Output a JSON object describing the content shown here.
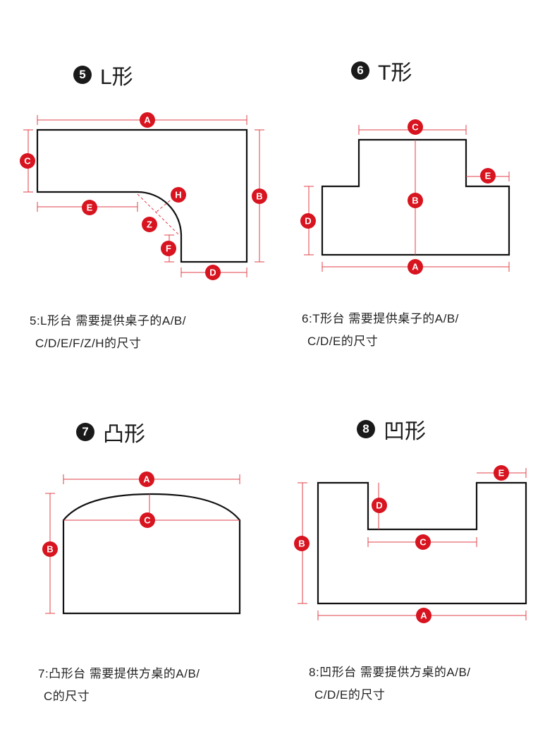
{
  "panels": [
    {
      "id": "l-shape",
      "number": "5",
      "title": "L形",
      "caption_line1": "5:L形台 需要提供桌子的A/B/",
      "caption_line2": "C/D/E/F/Z/H的尺寸",
      "labels": [
        "A",
        "B",
        "C",
        "D",
        "E",
        "F",
        "Z",
        "H"
      ]
    },
    {
      "id": "t-shape",
      "number": "6",
      "title": "T形",
      "caption_line1": "6:T形台 需要提供桌子的A/B/",
      "caption_line2": "C/D/E的尺寸",
      "labels": [
        "A",
        "B",
        "C",
        "D",
        "E"
      ]
    },
    {
      "id": "convex-shape",
      "number": "7",
      "title": "凸形",
      "caption_line1": "7:凸形台 需要提供方桌的A/B/",
      "caption_line2": "C的尺寸",
      "labels": [
        "A",
        "B",
        "C"
      ]
    },
    {
      "id": "concave-shape",
      "number": "8",
      "title": "凹形",
      "caption_line1": "8:凹形台 需要提供方桌的A/B/",
      "caption_line2": "C/D/E的尺寸",
      "labels": [
        "A",
        "B",
        "C",
        "D",
        "E"
      ]
    }
  ],
  "colors": {
    "outline": "#111111",
    "dimension": "#e0404a",
    "badge": "#d7141f"
  }
}
